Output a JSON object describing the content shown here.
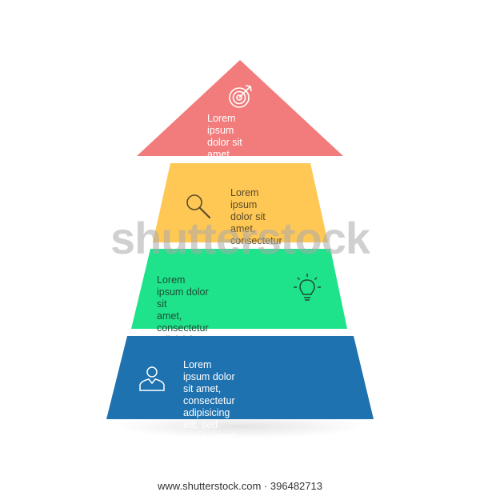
{
  "diagram": {
    "tiers": [
      {
        "text": "Lorem ipsum\ndolor sit amet,\nconsectetur .",
        "color": "#F27B7B",
        "text_color": "#FFFFFF",
        "icon": "target-icon"
      },
      {
        "text": "Lorem ipsum\ndolor sit amet,\nconsectetur .",
        "color": "#FFC855",
        "text_color": "#5A4A2A",
        "icon": "magnifier-icon"
      },
      {
        "text": "Lorem ipsum dolor sit\namet, consectetur\nadipisicing elit, sed do.",
        "color": "#1FE38A",
        "text_color": "#1F4A36",
        "icon": "lightbulb-icon"
      },
      {
        "text": "Lorem ipsum dolor sit amet,\nconsectetur adipisicing elit, sed\ndo eiusmod tempor incididunt.",
        "color": "#1F72B0",
        "text_color": "#FFFFFF",
        "icon": "user-icon"
      }
    ]
  },
  "watermark": "shutterstock",
  "footer": "www.shutterstock.com · 396482713"
}
